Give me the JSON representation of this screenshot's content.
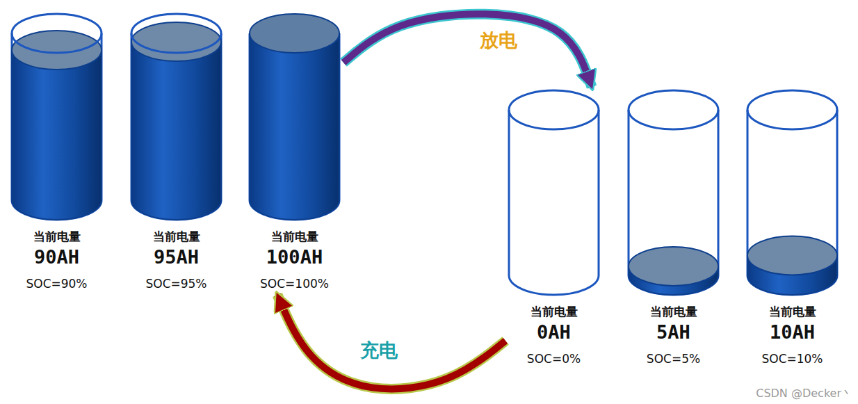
{
  "diagram": {
    "nodes": [
      {
        "text": [
          "当前电量",
          "90AH",
          "SOC=90%"
        ]
      },
      {
        "text": [
          "当前电量",
          "95AH",
          "SOC=95%"
        ]
      },
      {
        "text": [
          "当前电量",
          "100AH",
          "SOC=100%"
        ]
      },
      {
        "text": [
          "当前电量",
          "0AH",
          "SOC=0%"
        ]
      },
      {
        "text": [
          "当前电量",
          "5AH",
          "SOC=5%"
        ]
      },
      {
        "text": [
          "当前电量",
          "10AH",
          "SOC=10%"
        ]
      }
    ],
    "edges": [
      {
        "from": 2,
        "to": 3,
        "label": "放电",
        "arrow": "to"
      },
      {
        "from": 3,
        "to": 2,
        "label": "充电",
        "arrow": "to"
      }
    ],
    "labels": [
      "CSDN @Decker丶"
    ]
  }
}
